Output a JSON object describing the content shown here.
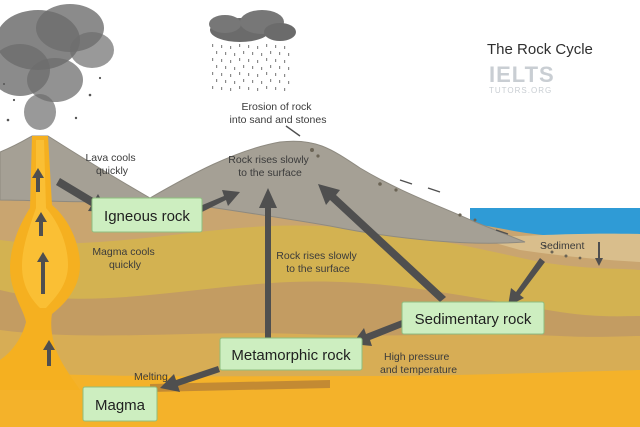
{
  "title": "The Rock Cycle",
  "brand": {
    "name": "IELTS",
    "sub": "TUTORS.ORG"
  },
  "stages": {
    "igneous": "Igneous rock",
    "metamorphic": "Metamorphic rock",
    "sedimentary": "Sedimentary rock",
    "magma": "Magma"
  },
  "labels": {
    "lava_cools": [
      "Lava cools",
      "quickly"
    ],
    "magma_cools": [
      "Magma cools",
      "quickly"
    ],
    "erosion": [
      "Erosion of rock",
      "into sand and stones"
    ],
    "rises_top": [
      "Rock rises slowly",
      "to the surface"
    ],
    "rises_mid": [
      "Rock rises slowly",
      "to the surface"
    ],
    "sediment": "Sediment",
    "pressure": [
      "High pressure",
      "and temperature"
    ],
    "melting": "Melting"
  },
  "colors": {
    "sky": "#ffffff",
    "sea": "#2f9bd6",
    "mountain": "#a5a095",
    "mountain_edge": "#8e8a80",
    "lava": "#f5b020",
    "lava_core": "#fbc33a",
    "magma_layer": "#f4b22a",
    "stage_box": "#cdeec0",
    "arrow": "#4f4f4f",
    "strata": [
      "#c8a672",
      "#d1b04f",
      "#c9a266",
      "#d6ad57"
    ]
  }
}
